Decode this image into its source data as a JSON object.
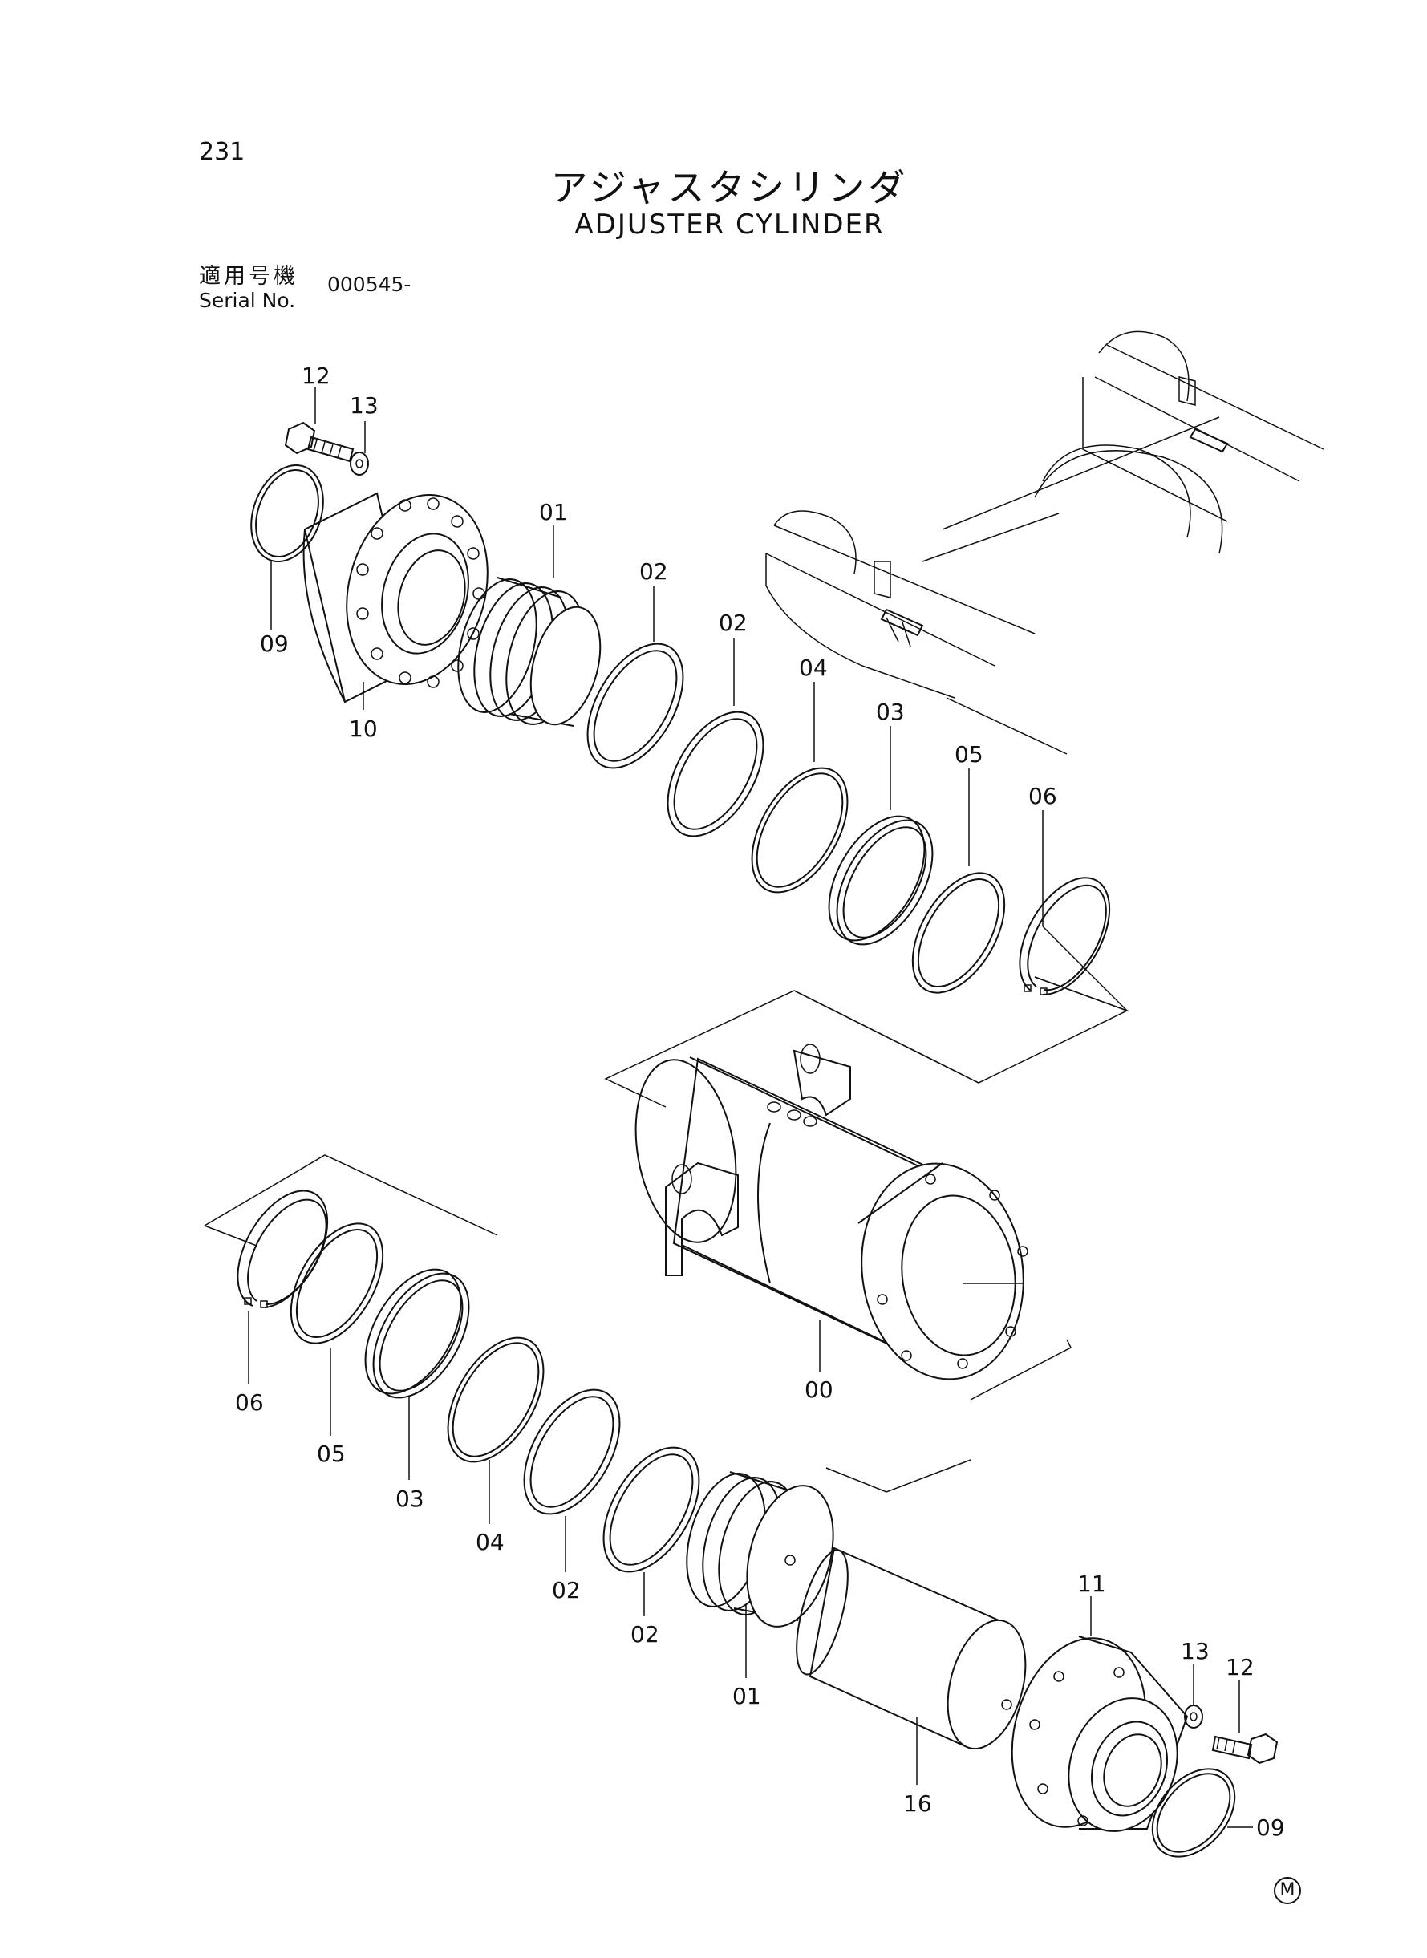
{
  "page_number": "231",
  "title_jp": "アジャスタシリンダ",
  "title_en": "ADJUSTER CYLINDER",
  "serial": {
    "label_jp": "適用号機",
    "label_en": "Serial No.",
    "value": "000545-"
  },
  "callouts": {
    "top": [
      "12",
      "13",
      "01",
      "02",
      "02",
      "04",
      "03",
      "05",
      "06",
      "09",
      "10"
    ],
    "center": [
      "00"
    ],
    "bottom": [
      "06",
      "05",
      "03",
      "04",
      "02",
      "02",
      "01",
      "16",
      "11",
      "13",
      "12",
      "09"
    ]
  },
  "corner_mark": "M"
}
